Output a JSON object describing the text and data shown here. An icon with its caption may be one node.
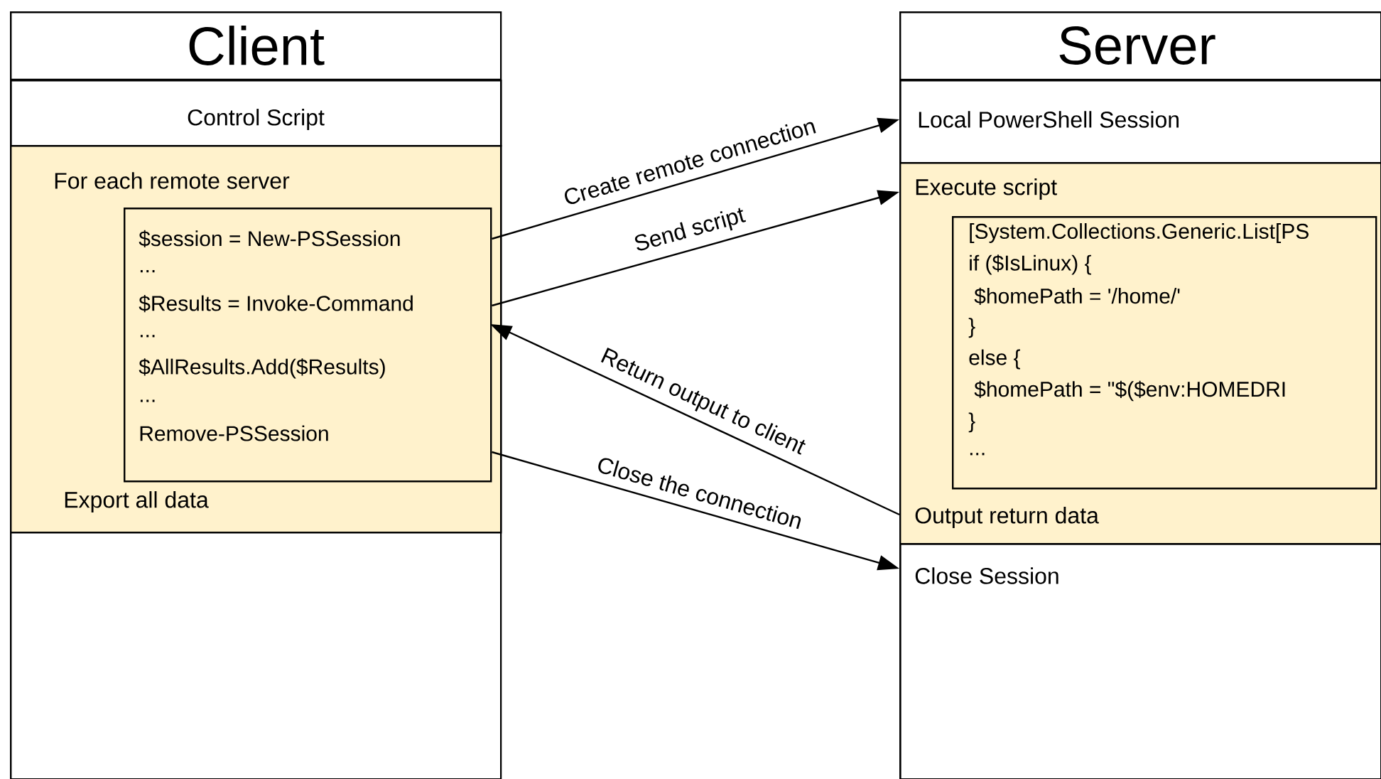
{
  "diagram": {
    "nodes": [
      {
        "text": [
          "Client"
        ]
      },
      {
        "text": [
          "Control Script"
        ],
        "in": 0
      },
      {
        "text": [
          "For each remote server",
          "Export all data"
        ],
        "in": 0
      },
      {
        "text": [
          "$session = New-PSSession",
          "...",
          "$Results = Invoke-Command",
          "...",
          "$AllResults.Add($Results)",
          "...",
          "Remove-PSSession"
        ],
        "in": 2
      },
      {
        "text": [
          "Server"
        ]
      },
      {
        "text": [
          "Local PowerShell Session"
        ],
        "in": 4
      },
      {
        "text": [
          "Execute script",
          "Output return data"
        ],
        "in": 4
      },
      {
        "text": [
          "[System.Collections.Generic.List[PS",
          "if ($IsLinux) {",
          "$homePath = '/home/'",
          "}",
          "else {",
          "$homePath = \"$($env:HOMEDRI",
          "}",
          "..."
        ],
        "in": 6
      },
      {
        "text": [
          "Close Session"
        ],
        "in": 4
      }
    ],
    "edges": [
      {
        "from": 3,
        "to": 5,
        "arrow": "to",
        "label": "Create remote connection"
      },
      {
        "from": 3,
        "to": 6,
        "arrow": "to",
        "label": "Send script"
      },
      {
        "from": 6,
        "to": 3,
        "arrow": "to",
        "label": "Return output to client"
      },
      {
        "from": 3,
        "to": 8,
        "arrow": "to",
        "label": "Close the connection"
      }
    ]
  }
}
